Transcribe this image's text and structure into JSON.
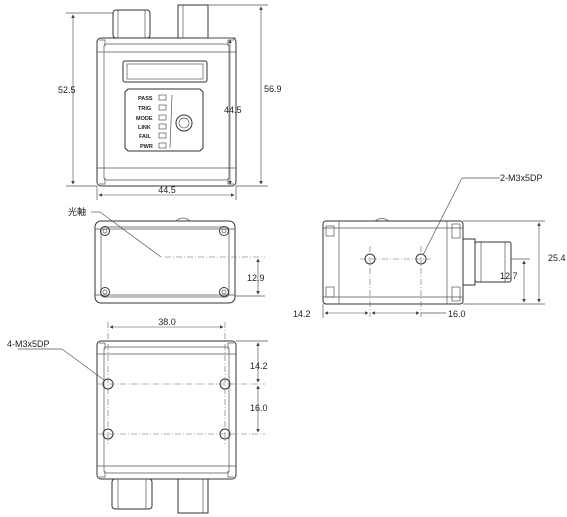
{
  "front_view": {
    "width_label": "44.5",
    "height_label": "52.5",
    "total_height_label": "56.9",
    "body_height_label": "44.5",
    "led_labels": [
      "PASS",
      "TRIG",
      "MODE",
      "LINK",
      "FAIL",
      "PWR"
    ]
  },
  "top_view": {
    "optical_axis_label": "光軸",
    "offset_label": "12.9"
  },
  "side_view": {
    "hole_callout": "2-M3x5DP",
    "height_label": "25.4",
    "hole_height_label": "12.7",
    "left_offset_label": "14.2",
    "hole_spacing_label": "16.0"
  },
  "bottom_view": {
    "hole_callout": "4-M3x5DP",
    "hole_spacing_x_label": "38.0",
    "top_offset_label": "14.2",
    "hole_spacing_y_label": "16.0"
  },
  "colors": {
    "line": "#333333",
    "background": "#ffffff"
  }
}
